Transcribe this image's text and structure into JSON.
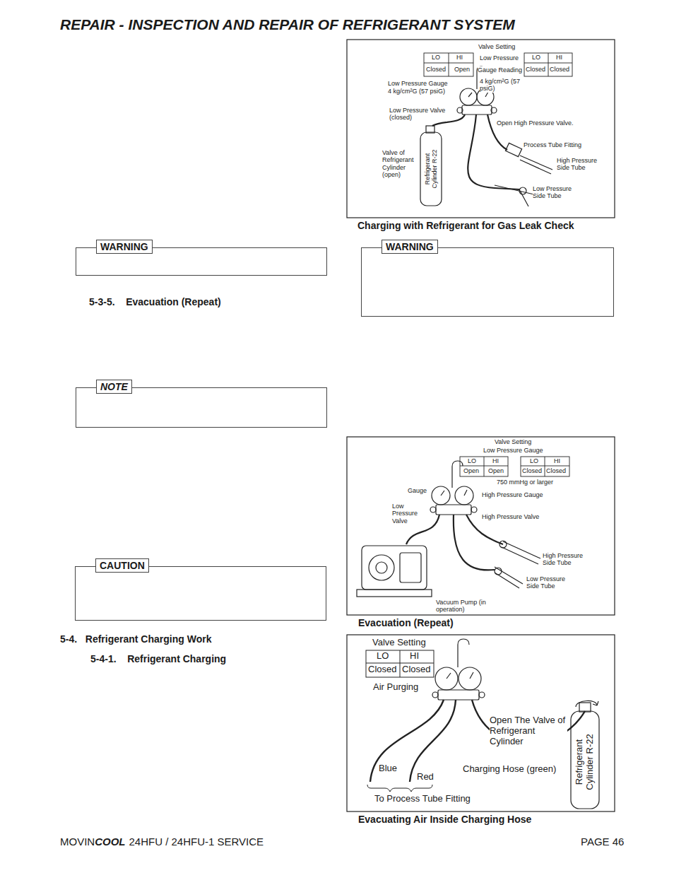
{
  "diagram": {
    "title": "REPAIR - INSPECTION AND REPAIR OF REFRIGERANT SYSTEM",
    "nodes": [
      {
        "text": [
          "WARNING"
        ]
      },
      {
        "text": [
          "WARNING"
        ]
      },
      {
        "text": [
          "NOTE"
        ]
      },
      {
        "text": [
          "CAUTION"
        ]
      }
    ],
    "labels": [
      "5-3-5.    Evacuation (Repeat)",
      "5-4.   Refrigerant Charging Work",
      "5-4-1.    Refrigerant Charging",
      "Valve Setting",
      "LO",
      "HI",
      "Closed",
      "Open",
      "Low Pressure",
      "Gauge Reading",
      "LO",
      "HI",
      "Closed",
      "Closed",
      "4 kg/cm²G (57 psiG)",
      "Low Pressure Gauge",
      "4 kg/cm²G (57 psiG)",
      "Low Pressure Valve (closed)",
      "Open High Pressure Valve.",
      "Process Tube Fitting",
      "Valve of Refrigerant Cylinder (open)",
      "High Pressure Side Tube",
      "Refrigerant Cylinder R-22",
      "Low Pressure Side Tube",
      "Charging with Refrigerant for Gas Leak Check",
      "Valve Setting",
      "Low Pressure Gauge",
      "LO",
      "HI",
      "Open",
      "Open",
      "LO",
      "HI",
      "Closed",
      "Closed",
      "750 mmHg or larger",
      "Gauge",
      "High Pressure Gauge",
      "Low Pressure Valve",
      "High Pressure Valve",
      "High Pressure Side Tube",
      "Low Pressure Side Tube",
      "Vacuum Pump (in operation)",
      "Evacuation (Repeat)",
      "Valve Setting",
      "LO",
      "HI",
      "Closed",
      "Closed",
      "Air Purging",
      "Open The Valve of Refrigerant Cylinder",
      "Blue",
      "Red",
      "Charging Hose (green)",
      "Refrigerant Cylinder R-22",
      "To Process Tube Fitting",
      "Evacuating Air Inside Charging Hose",
      "MOVIN",
      "COOL",
      "24HFU / 24HFU-1 SERVICE",
      "PAGE 46"
    ]
  }
}
